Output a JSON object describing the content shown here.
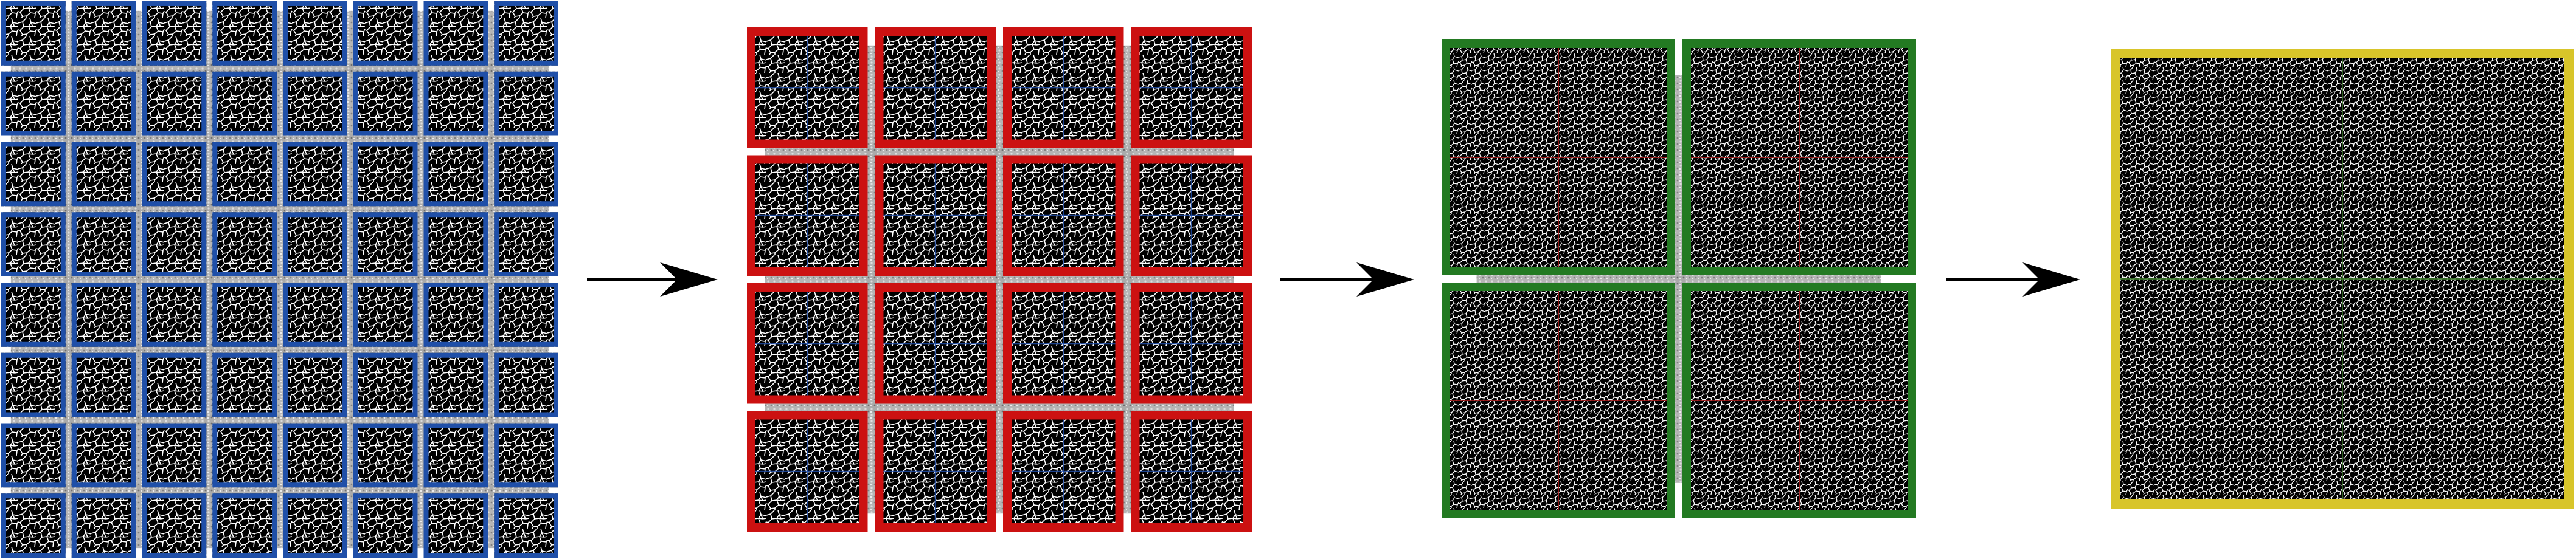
{
  "colors": {
    "background": "#ffffff",
    "cell_fill": "#000000",
    "cell_edge": "#ffffff",
    "junction": "#9a9a9a",
    "arrow": "#000000"
  },
  "stages": [
    {
      "grid": 8,
      "frame_color": "#1f4fa8",
      "seam_color": "#1f4fa8",
      "seam_fine_color": "#1f4fa8"
    },
    {
      "grid": 4,
      "frame_color": "#cc1111",
      "seam_color": "#cc1111",
      "seam_fine_color": "#2050b0"
    },
    {
      "grid": 2,
      "frame_color": "#237a22",
      "seam_color": "#237a22",
      "seam_fine_color": "#b01818"
    },
    {
      "grid": 1,
      "frame_color": "#d8c52a",
      "seam_color": "#d8c52a",
      "seam_fine_color": "#3a7a2a"
    }
  ],
  "arrows": [
    {
      "icon": "right-arrow-icon"
    },
    {
      "icon": "right-arrow-icon"
    },
    {
      "icon": "right-arrow-icon"
    }
  ]
}
